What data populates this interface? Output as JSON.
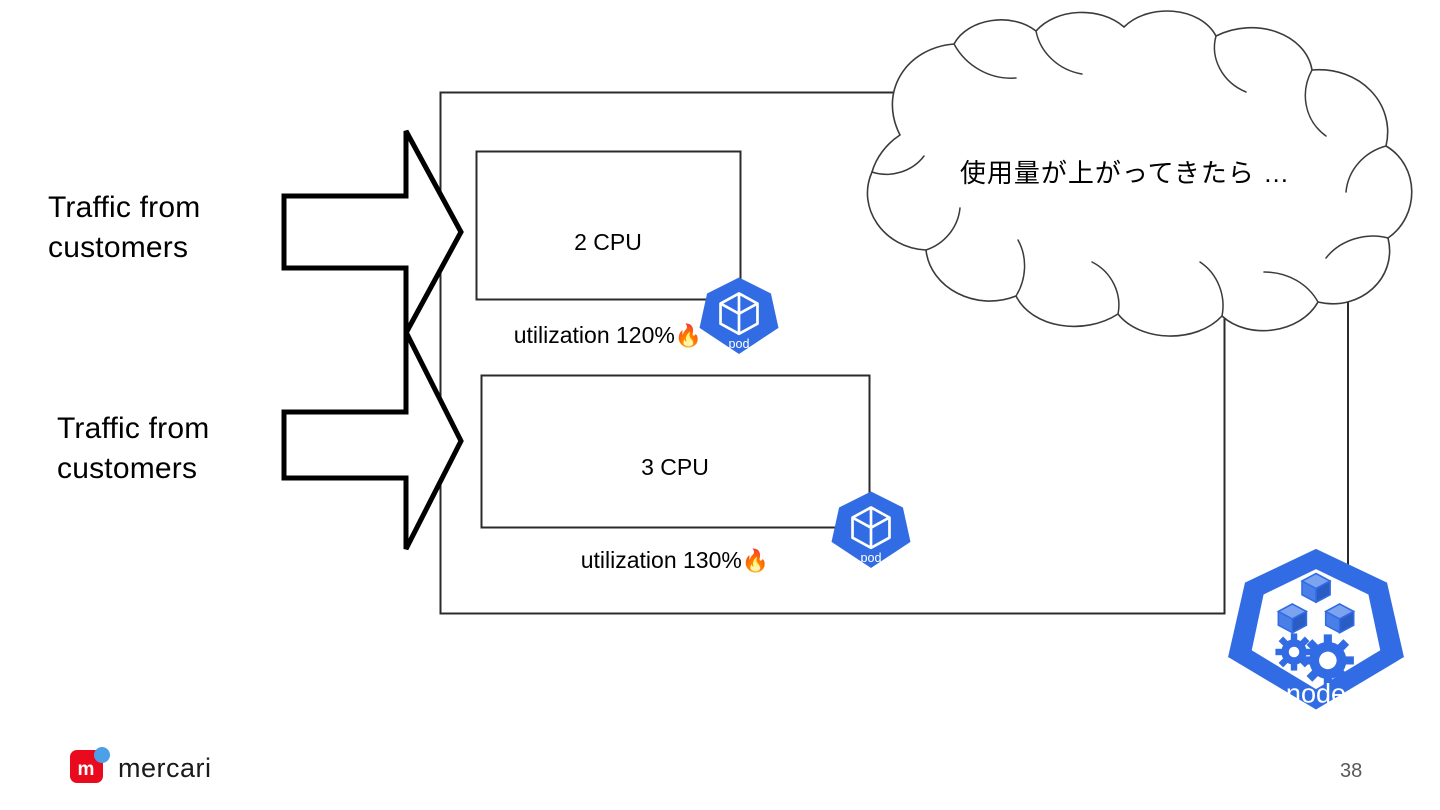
{
  "slide": {
    "page_number": "38",
    "brand": "mercari",
    "brand_color": "#ea0a1e",
    "brand_dot_color": "#4d9fe8",
    "k8s_blue": "#326ce5",
    "outline_color": "#1a1a1a",
    "page_number_color": "#595959"
  },
  "traffic": [
    {
      "label": "Traffic from\ncustomers"
    },
    {
      "label": "Traffic from\ncustomers"
    }
  ],
  "pods": [
    {
      "line1": "2 CPU",
      "line2": "utilization 120%",
      "emoji": "🔥",
      "badge_label": "pod",
      "icon": "k8s-pod-icon"
    },
    {
      "line1": "3 CPU",
      "line2": "utilization 130%",
      "emoji": "🔥",
      "badge_label": "pod",
      "icon": "k8s-pod-icon"
    }
  ],
  "node": {
    "badge_label": "node",
    "icon": "k8s-node-icon"
  },
  "cloud": {
    "text": "使用量が上がってきたら …"
  }
}
